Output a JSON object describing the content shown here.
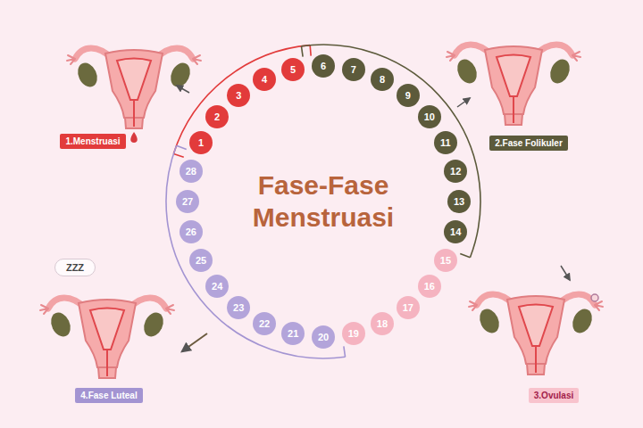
{
  "diagram": {
    "title": "Fase-Fase Menstruasi",
    "nodes": [
      {
        "text": [
          "1"
        ]
      },
      {
        "text": [
          "2"
        ]
      },
      {
        "text": [
          "3"
        ]
      },
      {
        "text": [
          "4"
        ]
      },
      {
        "text": [
          "5"
        ]
      },
      {
        "text": [
          "6"
        ]
      },
      {
        "text": [
          "7"
        ]
      },
      {
        "text": [
          "8"
        ]
      },
      {
        "text": [
          "9"
        ]
      },
      {
        "text": [
          "10"
        ]
      },
      {
        "text": [
          "11"
        ]
      },
      {
        "text": [
          "12"
        ]
      },
      {
        "text": [
          "13"
        ]
      },
      {
        "text": [
          "14"
        ]
      },
      {
        "text": [
          "15"
        ]
      },
      {
        "text": [
          "16"
        ]
      },
      {
        "text": [
          "17"
        ]
      },
      {
        "text": [
          "18"
        ]
      },
      {
        "text": [
          "19"
        ]
      },
      {
        "text": [
          "20"
        ]
      },
      {
        "text": [
          "21"
        ]
      },
      {
        "text": [
          "22"
        ]
      },
      {
        "text": [
          "23"
        ]
      },
      {
        "text": [
          "24"
        ]
      },
      {
        "text": [
          "25"
        ]
      },
      {
        "text": [
          "26"
        ]
      },
      {
        "text": [
          "27"
        ]
      },
      {
        "text": [
          "28"
        ]
      },
      {
        "text": [
          "1.Menstruasi"
        ]
      },
      {
        "text": [
          "2.Fase Folikuler"
        ]
      },
      {
        "text": [
          "ZZZ"
        ]
      },
      {
        "text": [
          "4.Fase Luteal"
        ]
      },
      {
        "text": [
          "3.Ovulasi"
        ]
      }
    ]
  }
}
